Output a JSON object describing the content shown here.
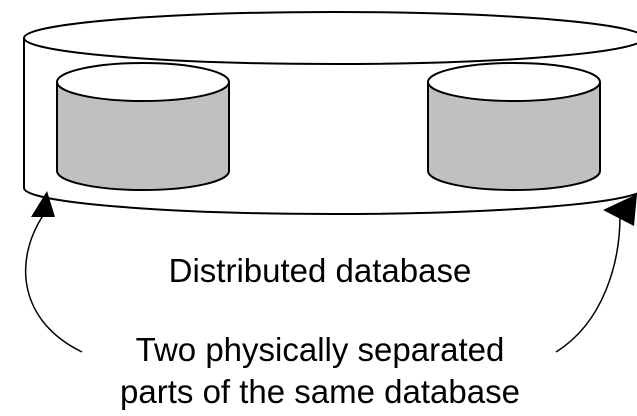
{
  "diagram": {
    "title_label": "Distributed database",
    "caption_line1": "Two physically separated",
    "caption_line2": "parts of the same database"
  },
  "colors": {
    "background": "#ffffff",
    "stroke": "#000000",
    "part_fill": "#c0c0c0"
  }
}
